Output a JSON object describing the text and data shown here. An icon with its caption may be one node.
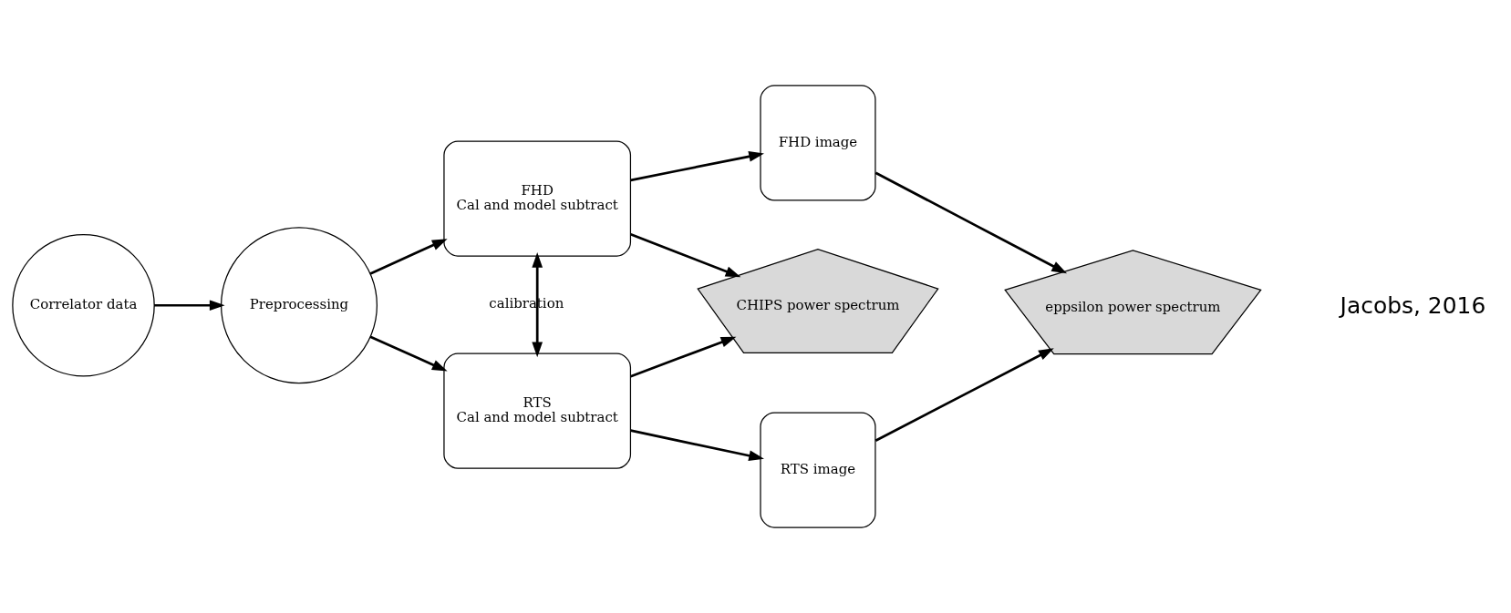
{
  "diagram": {
    "nodes": [
      {
        "text": [
          "Correlator data"
        ]
      },
      {
        "text": [
          "Preprocessing"
        ]
      },
      {
        "text": [
          "FHD",
          "Cal and model subtract"
        ]
      },
      {
        "text": [
          "RTS",
          "Cal and model subtract"
        ]
      },
      {
        "text": [
          "FHD image"
        ]
      },
      {
        "text": [
          "CHIPS power spectrum"
        ]
      },
      {
        "text": [
          "RTS image"
        ]
      },
      {
        "text": [
          "eppsilon power spectrum"
        ]
      }
    ],
    "edges": [
      {
        "from": 0,
        "to": 1,
        "arrow": "to"
      },
      {
        "from": 1,
        "to": 2,
        "arrow": "to"
      },
      {
        "from": 1,
        "to": 3,
        "arrow": "to"
      },
      {
        "from": 2,
        "to": 3,
        "arrow": "both",
        "label": "calibration"
      },
      {
        "from": 2,
        "to": 4,
        "arrow": "to"
      },
      {
        "from": 2,
        "to": 5,
        "arrow": "to"
      },
      {
        "from": 3,
        "to": 5,
        "arrow": "to"
      },
      {
        "from": 3,
        "to": 6,
        "arrow": "to"
      },
      {
        "from": 4,
        "to": 7,
        "arrow": "to"
      },
      {
        "from": 6,
        "to": 7,
        "arrow": "to"
      }
    ],
    "labels": [
      "Jacobs, 2016"
    ]
  }
}
